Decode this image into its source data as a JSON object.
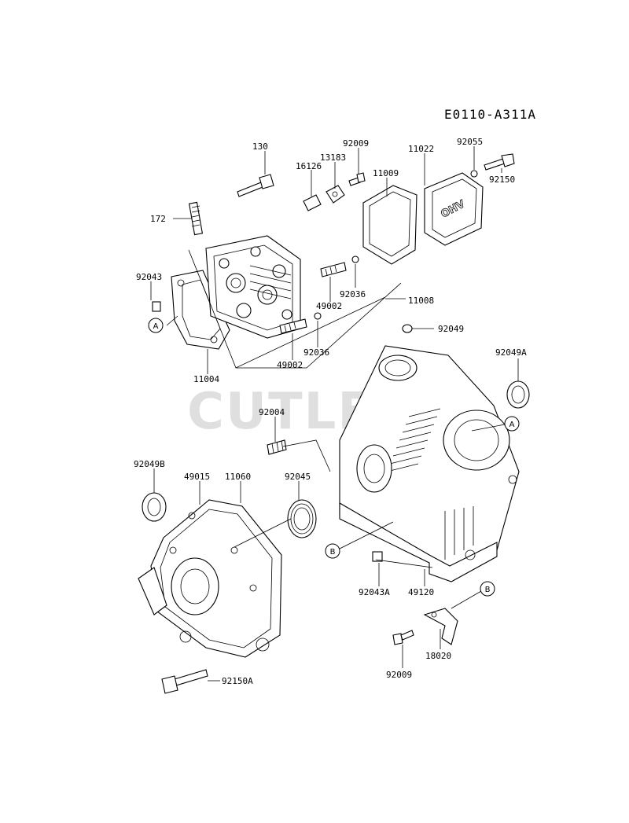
{
  "diagram_code": "E0110-A311A",
  "watermark": "CUTLER",
  "valve_cover_text": "OHV",
  "ref_markers": {
    "a": "A",
    "b": "B"
  },
  "parts": {
    "p130": "130",
    "p172": "172",
    "p16126": "16126",
    "p13183": "13183",
    "p92009_top": "92009",
    "p11009": "11009",
    "p11022": "11022",
    "p92055": "92055",
    "p92150": "92150",
    "p92043": "92043",
    "p92036_a": "92036",
    "p49002_a": "49002",
    "p11008": "11008",
    "p92049": "92049",
    "p92036_b": "92036",
    "p49002_b": "49002",
    "p11004": "11004",
    "p92049A": "92049A",
    "p92004": "92004",
    "p92049B": "92049B",
    "p49015": "49015",
    "p11060": "11060",
    "p92045": "92045",
    "p92043A": "92043A",
    "p49120": "49120",
    "p18020": "18020",
    "p92009_bottom": "92009",
    "p92150A": "92150A"
  }
}
